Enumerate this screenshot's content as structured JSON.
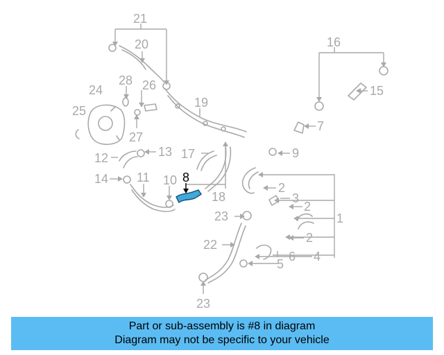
{
  "diagram": {
    "callouts": [
      {
        "id": "c21",
        "text": "21"
      },
      {
        "id": "c20",
        "text": "20"
      },
      {
        "id": "c16",
        "text": "16"
      },
      {
        "id": "c28",
        "text": "28"
      },
      {
        "id": "c24",
        "text": "24"
      },
      {
        "id": "c26",
        "text": "26"
      },
      {
        "id": "c19",
        "text": "19"
      },
      {
        "id": "c15",
        "text": "15"
      },
      {
        "id": "c25",
        "text": "25"
      },
      {
        "id": "c27",
        "text": "27"
      },
      {
        "id": "c7",
        "text": "7"
      },
      {
        "id": "c12",
        "text": "12"
      },
      {
        "id": "c13",
        "text": "13"
      },
      {
        "id": "c17",
        "text": "17"
      },
      {
        "id": "c9",
        "text": "9"
      },
      {
        "id": "c14",
        "text": "14"
      },
      {
        "id": "c11",
        "text": "11"
      },
      {
        "id": "c10",
        "text": "10"
      },
      {
        "id": "c8",
        "text": "8"
      },
      {
        "id": "c18",
        "text": "18"
      },
      {
        "id": "c2a",
        "text": "2"
      },
      {
        "id": "c3",
        "text": "3"
      },
      {
        "id": "c2b",
        "text": "2"
      },
      {
        "id": "c23a",
        "text": "23"
      },
      {
        "id": "c1",
        "text": "1"
      },
      {
        "id": "c2c",
        "text": "2"
      },
      {
        "id": "c22",
        "text": "22"
      },
      {
        "id": "c6",
        "text": "6"
      },
      {
        "id": "c4",
        "text": "4"
      },
      {
        "id": "c5",
        "text": "5"
      },
      {
        "id": "c23b",
        "text": "23"
      }
    ],
    "highlighted_part": "8",
    "colors": {
      "parts": "#a9a9a9",
      "highlight": "#3ea9dc",
      "banner": "#5bbcf3"
    }
  },
  "banner": {
    "line1": "Part or sub-assembly is #8 in diagram",
    "line2": "Diagram may not be specific to your vehicle"
  }
}
